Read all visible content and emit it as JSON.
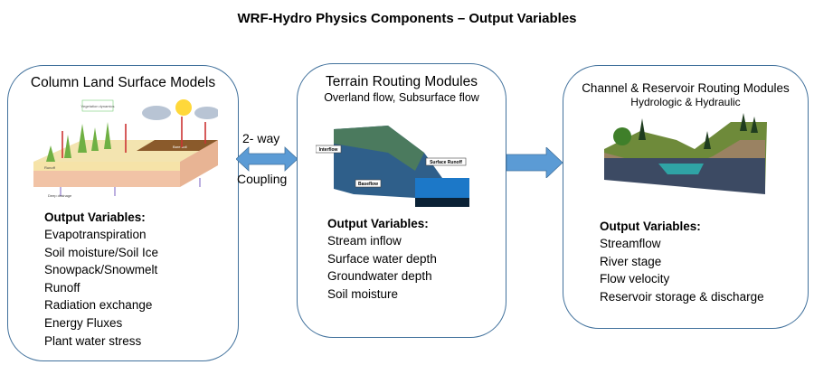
{
  "title": "WRF-Hydro Physics Components – Output Variables",
  "colors": {
    "border": "#41719c",
    "arrow": "#5b9bd5"
  },
  "boxes": [
    {
      "title": "Column  Land Surface Models",
      "output_heading": "Output Variables:",
      "outputs": [
        "Evapotranspiration",
        "Soil moisture/Soil Ice",
        "Snowpack/Snowmelt",
        "Runoff",
        "Radiation exchange",
        "Energy Fluxes",
        "Plant water stress"
      ],
      "image_labels": [
        "Vegetation dynamics",
        "Bare soil",
        "Runoff",
        "Deep drainage"
      ]
    },
    {
      "title": "Terrain Routing Modules",
      "subtitle": "Overland flow, Subsurface flow",
      "output_heading": "Output Variables:",
      "outputs": [
        "Stream inflow",
        "Surface water depth",
        "Groundwater depth",
        "Soil moisture"
      ],
      "image_labels": [
        "Interflow",
        "Surface Runoff",
        "Baseflow"
      ]
    },
    {
      "title": "Channel & Reservoir Routing Modules",
      "subtitle": "Hydrologic & Hydraulic",
      "output_heading": "Output Variables:",
      "outputs": [
        "Streamflow",
        "River stage",
        "Flow velocity",
        "Reservoir storage & discharge"
      ]
    }
  ],
  "coupling": {
    "line1": "2- way",
    "line2": "Coupling"
  }
}
